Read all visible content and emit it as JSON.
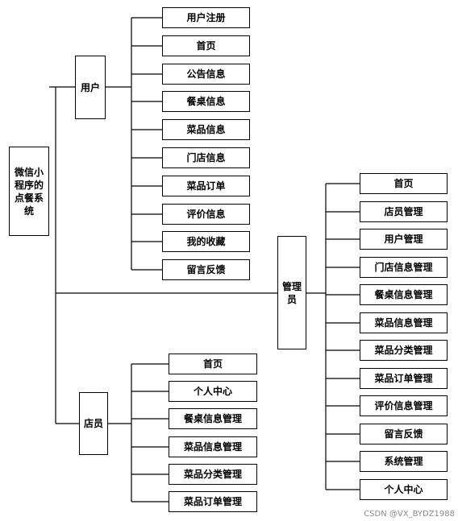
{
  "root": {
    "label": "微信小程序的点餐系统"
  },
  "branches": {
    "user": {
      "label": "用户",
      "items": [
        "用户注册",
        "首页",
        "公告信息",
        "餐桌信息",
        "菜品信息",
        "门店信息",
        "菜品订单",
        "评价信息",
        "我的收藏",
        "留言反馈"
      ]
    },
    "admin": {
      "label": "管理员",
      "items": [
        "首页",
        "店员管理",
        "用户管理",
        "门店信息管理",
        "餐桌信息管理",
        "菜品信息管理",
        "菜品分类管理",
        "菜品订单管理",
        "评价信息管理",
        "留言反馈",
        "系统管理",
        "个人中心"
      ]
    },
    "staff": {
      "label": "店员",
      "items": [
        "首页",
        "个人中心",
        "餐桌信息管理",
        "菜品信息管理",
        "菜品分类管理",
        "菜品订单管理"
      ]
    }
  },
  "watermark": "CSDN @VX_BYDZ1988"
}
